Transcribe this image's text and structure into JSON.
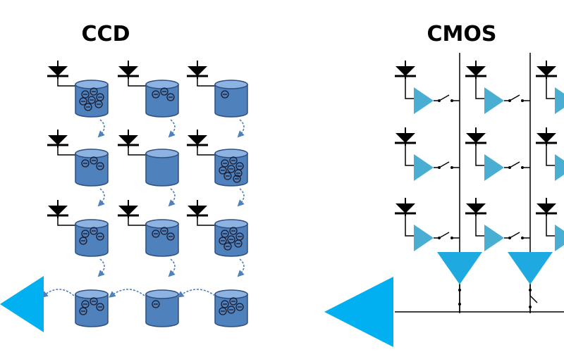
{
  "titles": {
    "ccd": "CCD",
    "cmos": "CMOS"
  },
  "colors": {
    "bucket": "#4f81bd",
    "bucket_edge": "#2f4f7f",
    "charge": "#8db3e2",
    "cmos_amp": "#4aaed3",
    "output_amp": "#00b0f0",
    "column_amp": "#1fa9e1",
    "ink": "#000000"
  },
  "icons": {
    "photodiode": "photodiode-icon",
    "charge_bucket": "charge-well-icon",
    "transfer_arrow": "curved-arrow-icon",
    "amplifier": "amplifier-icon",
    "switch": "switch-icon"
  },
  "ccd": {
    "rows": 3,
    "columns": 3,
    "charge_counts": [
      [
        7,
        3,
        1
      ],
      [
        3,
        0,
        8
      ],
      [
        4,
        3,
        7
      ],
      [
        4,
        1,
        5
      ]
    ]
  },
  "cmos": {
    "rows": 3,
    "columns": 3,
    "column_amplifiers": 2
  }
}
